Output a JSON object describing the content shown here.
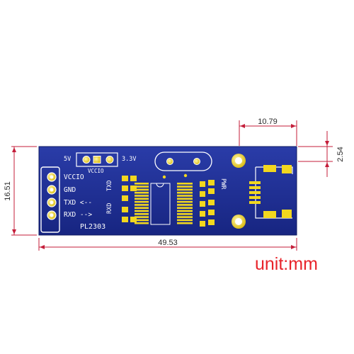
{
  "dimensions": {
    "width": "49.53",
    "height": "16.51",
    "connector_width": "10.79",
    "connector_offset": "2.54"
  },
  "silkscreen": {
    "v5": "5V",
    "v33": "3.3V",
    "vccio_top": "VCCIO",
    "vccio": "VCCIO",
    "gnd": "GND",
    "txd_left": "TXD <--",
    "rxd_left": "RXD -->",
    "txd_led": "TXD",
    "rxd_led": "RXD",
    "pwr": "PWR",
    "chip": "PL2303"
  },
  "unit_label": "unit:mm",
  "colors": {
    "board": "#1e2f94",
    "pad": "#f2d71e",
    "dimension_line": "#c41e3a",
    "unit_text": "#e8232a"
  }
}
